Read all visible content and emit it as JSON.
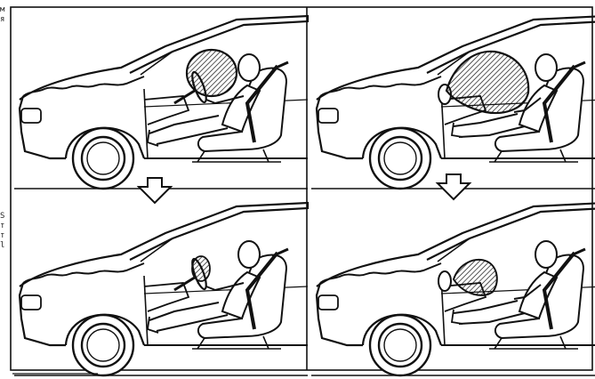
{
  "figure": {
    "edge_text_top": "м\nя",
    "edge_text_mid": "S\nт\nт\nl",
    "panels": [
      {
        "id": "driver-before",
        "occupant": "driver",
        "airbag": "inflated",
        "label": ""
      },
      {
        "id": "passenger-before",
        "occupant": "passenger",
        "airbag": "inflated",
        "label": ""
      },
      {
        "id": "driver-after",
        "occupant": "driver",
        "airbag": "deflated",
        "label": ""
      },
      {
        "id": "passenger-after",
        "occupant": "passenger",
        "airbag": "deflated",
        "label": ""
      }
    ],
    "colors": {
      "line": "#111111",
      "fill": "#ffffff",
      "hatch": "#111111"
    }
  }
}
